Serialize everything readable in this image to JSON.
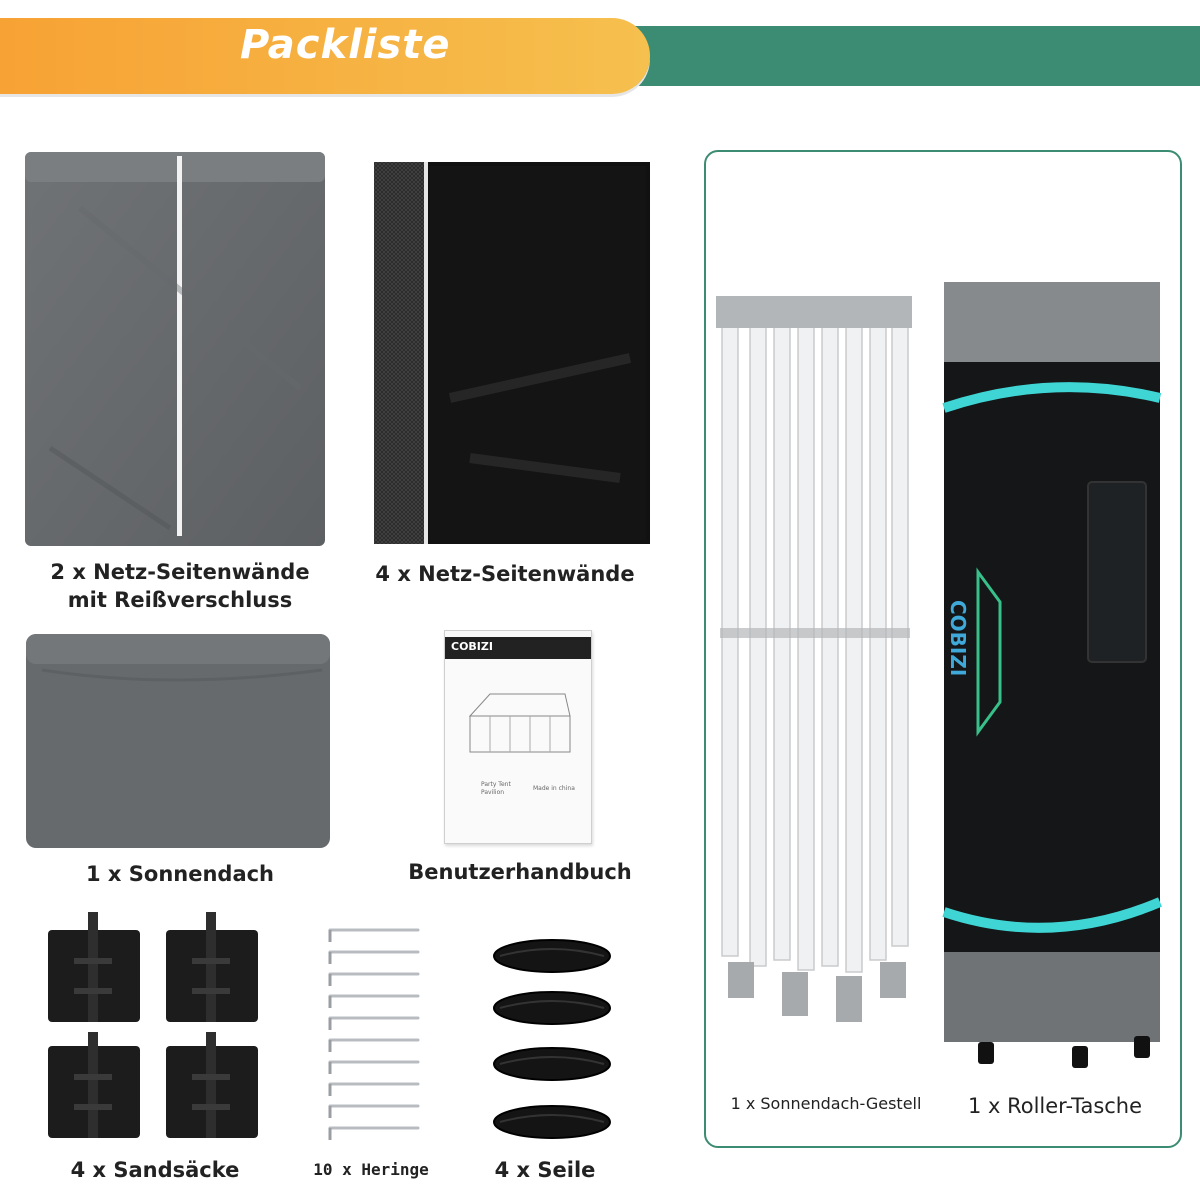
{
  "banner": {
    "title": "Packliste",
    "accent_orange": "#f7a234",
    "accent_green": "#3b8c72"
  },
  "items": {
    "zip_walls": {
      "label_line1": "2 x Netz-Seitenwände",
      "label_line2": "mit Reißverschluss"
    },
    "mesh_walls": {
      "label": "4 x Netz-Seitenwände"
    },
    "canopy": {
      "label": "1 x Sonnendach"
    },
    "manual": {
      "label": "Benutzerhandbuch",
      "brand": "COBIZI",
      "text1": "Party Tent",
      "text2": "Pavilion",
      "text3": "Made in china"
    },
    "sandbags": {
      "label": "4 x Sandsäcke"
    },
    "pegs": {
      "label": "10 x Heringe"
    },
    "ropes": {
      "label": "4 x Seile"
    },
    "frame": {
      "label": "1 x Sonnendach-Gestell"
    },
    "roller_bag": {
      "label": "1 x Roller-Tasche",
      "logo_text": "COBIZI"
    }
  }
}
